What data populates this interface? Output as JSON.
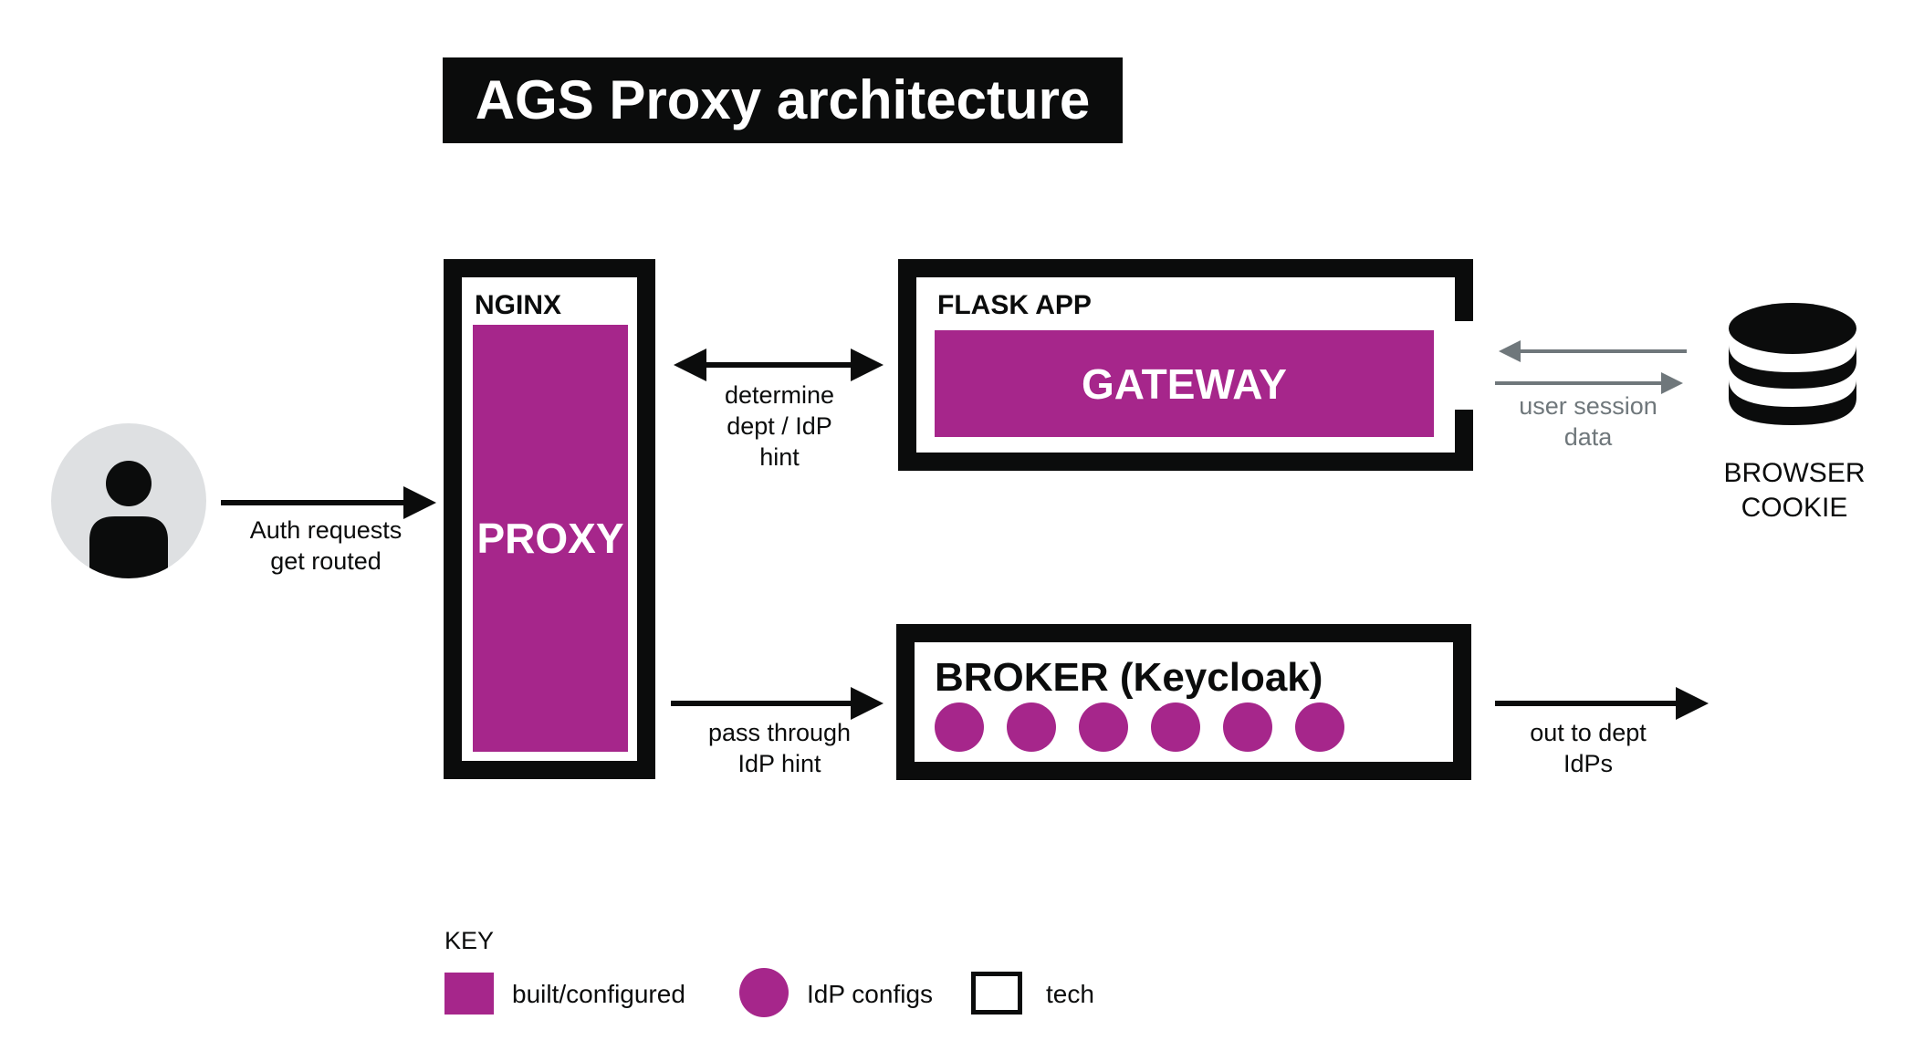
{
  "title": "AGS Proxy architecture",
  "labels": {
    "auth_requests": [
      "Auth requests",
      "get routed"
    ],
    "determine_hint": [
      "determine",
      "dept / IdP",
      "hint"
    ],
    "pass_through": [
      "pass through",
      "IdP hint"
    ],
    "user_session": [
      "user session",
      "data"
    ],
    "out_to_idps": [
      "out to dept",
      "IdPs"
    ],
    "browser_cookie": [
      "BROWSER",
      "COOKIE"
    ]
  },
  "boxes": {
    "nginx": {
      "label": "NGINX",
      "inner": "PROXY"
    },
    "flask": {
      "label": "FLASK APP",
      "inner": "GATEWAY"
    },
    "broker": {
      "label": "BROKER (Keycloak)",
      "idp_count": 6
    }
  },
  "key": {
    "title": "KEY",
    "built": "built/configured",
    "idp": "IdP configs",
    "tech": "tech"
  },
  "colors": {
    "accent": "#a6268b",
    "ink": "#0b0c0c",
    "muted": "#6f777b",
    "avatar_bg": "#dee0e2"
  },
  "icons": [
    "user-icon",
    "database-icon"
  ]
}
